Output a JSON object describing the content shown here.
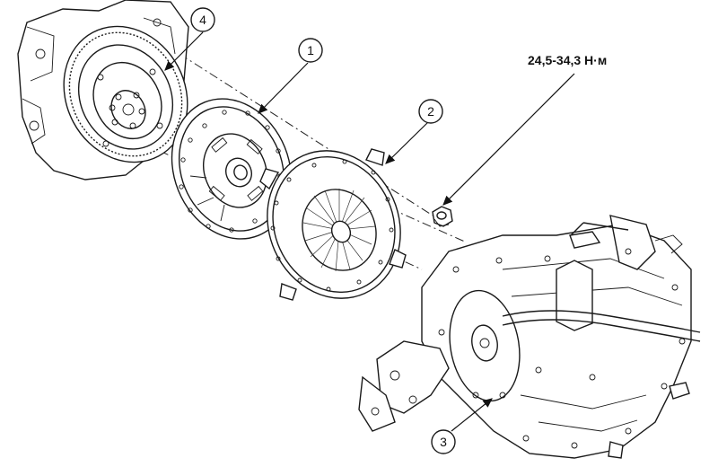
{
  "callouts": [
    {
      "id": "clutch-disc",
      "label": "1"
    },
    {
      "id": "pressure-plate",
      "label": "2"
    },
    {
      "id": "transmission",
      "label": "3"
    },
    {
      "id": "flywheel",
      "label": "4"
    }
  ],
  "torque_spec": "24,5-34,3 Н·м",
  "colors": {
    "ink": "#1a1a1a",
    "background": "#ffffff"
  }
}
